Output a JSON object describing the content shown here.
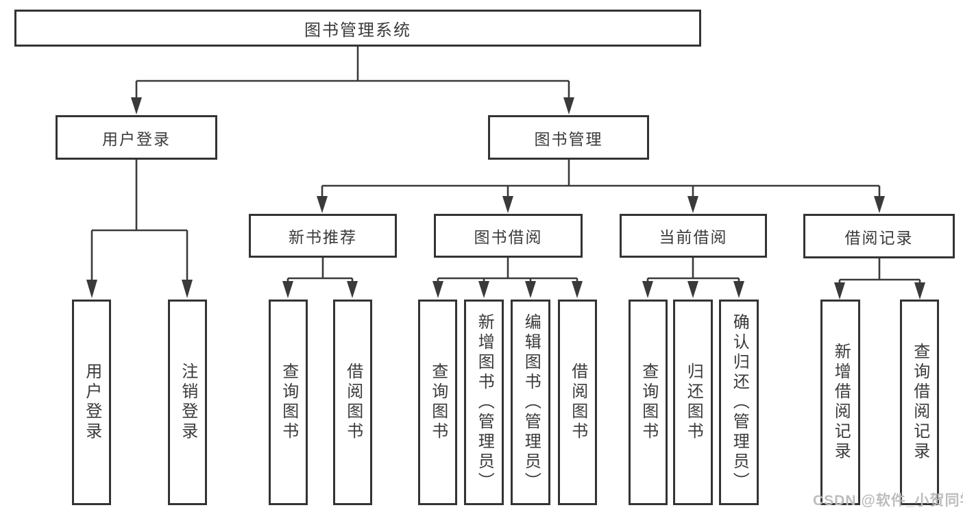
{
  "tree": {
    "root": "图书管理系统",
    "branches": [
      {
        "label": "用户登录",
        "leaves": [
          "用户登录",
          "注销登录"
        ]
      },
      {
        "label": "图书管理",
        "groups": [
          {
            "label": "新书推荐",
            "leaves": [
              "查询图书",
              "借阅图书"
            ]
          },
          {
            "label": "图书借阅",
            "leaves": [
              "查询图书",
              "新增图书（管理员）",
              "编辑图书（管理员）",
              "借阅图书"
            ]
          },
          {
            "label": "当前借阅",
            "leaves": [
              "查询图书",
              "归还图书",
              "确认归还（管理员）"
            ]
          },
          {
            "label": "借阅记录",
            "leaves": [
              "新增借阅记录",
              "查询借阅记录"
            ]
          }
        ]
      }
    ]
  },
  "watermark": "CSDN @软件_小贺同学",
  "colors": {
    "background": "#ffffff",
    "line": "#3a3a3a",
    "box_border": "#333333",
    "text": "#3a3a3a",
    "watermark": "#b9b9b9"
  }
}
